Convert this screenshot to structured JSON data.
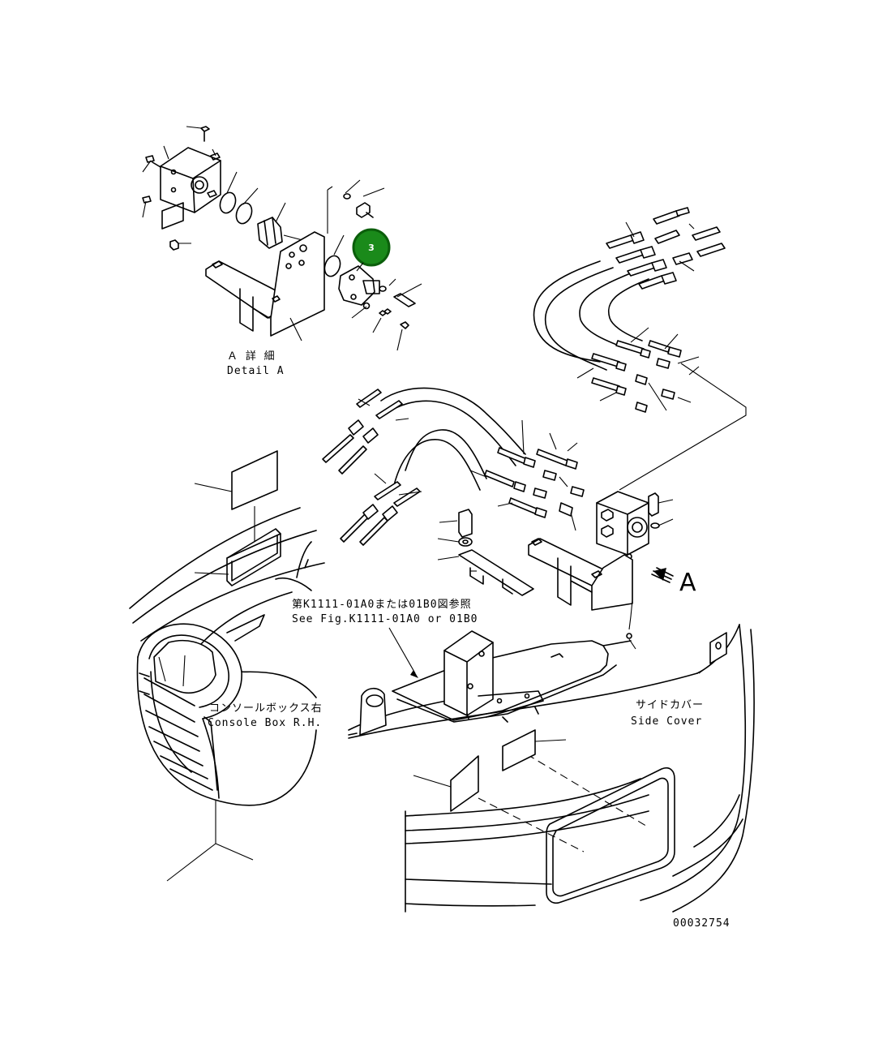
{
  "labels": {
    "detail_jp": "Ａ 詳 細",
    "detail_en": "Detail A",
    "ref_jp": "第K1111-01A0または01B0図参照",
    "ref_en": "See Fig.K1111-01A0 or 01B0",
    "console_jp": "コンソールボックス右",
    "console_en": "Console Box R.H.",
    "side_jp": "サイドカバー",
    "side_en": "Side Cover",
    "view_marker": "A",
    "drawing_number": "00032754"
  },
  "callout": {
    "number": "3",
    "color": "#1a8a1a",
    "ring_color": "#0b5e0b"
  }
}
